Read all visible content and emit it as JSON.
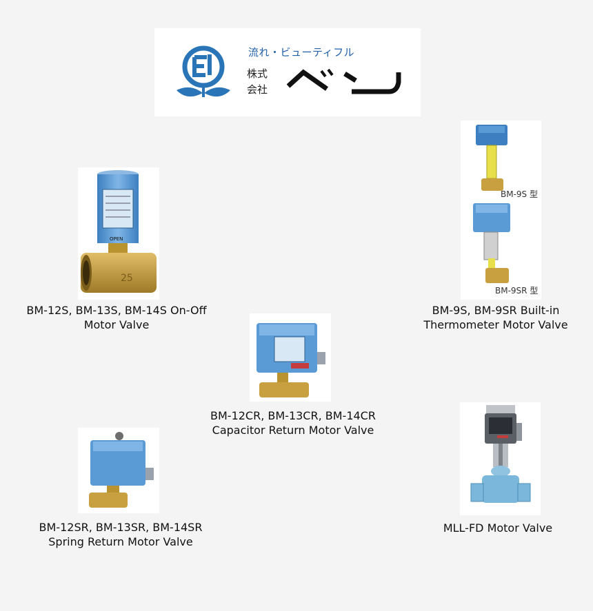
{
  "logo": {
    "tagline": "流れ・ビューティフル",
    "kabushiki": "株式",
    "kaisha": "会社",
    "brand_color": "#1f5fa8",
    "leaf_color": "#2a75b8"
  },
  "products": [
    {
      "line1": "BM-12S, BM-13S, BM-14S On-Off",
      "line2": "Motor Valve"
    },
    {
      "line1": "BM-9S, BM-9SR Built-in",
      "line2": "Thermometer Motor Valve",
      "type_label_top": "BM-9S 型",
      "type_label_bottom": "BM-9SR 型"
    },
    {
      "line1": "BM-12CR, BM-13CR, BM-14CR",
      "line2": "Capacitor Return Motor Valve"
    },
    {
      "line1": "BM-12SR, BM-13SR, BM-14SR",
      "line2": "Spring Return Motor Valve"
    },
    {
      "line1": "MLL-FD Motor Valve"
    }
  ],
  "product_images": {
    "bm12s": {
      "open_label": "OPEN",
      "size_mark": "25"
    }
  },
  "colors": {
    "actuator_blue": "#5b9bd5",
    "actuator_dark": "#3d7fc0",
    "brass": "#c9a040",
    "brass_dark": "#9e7a28",
    "background": "#f4f4f4"
  }
}
